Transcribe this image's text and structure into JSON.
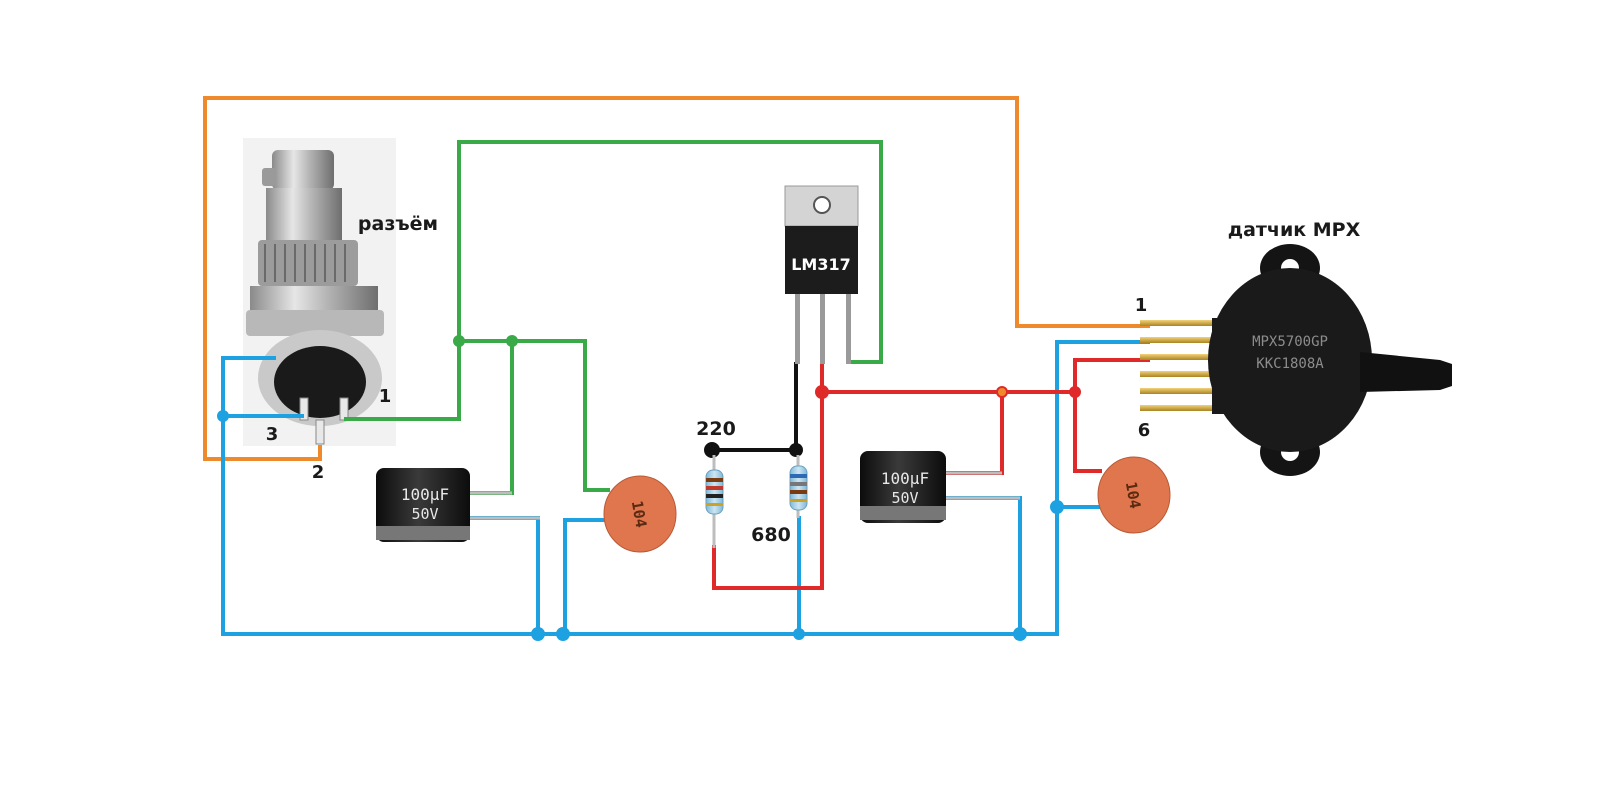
{
  "labels": {
    "connector": "разъём",
    "sensor": "датчик MPX",
    "connector_pin1": "1",
    "connector_pin2": "2",
    "connector_pin3": "3",
    "sensor_pin1": "1",
    "sensor_pin6": "6",
    "resistor_top": "220",
    "resistor_bottom": "680"
  },
  "components": {
    "regulator": "LM317",
    "cap_elec_left": {
      "value": "100µF",
      "voltage": "50V"
    },
    "cap_elec_right": {
      "value": "100µF",
      "voltage": "50V"
    },
    "cap_ceramic_left": "104",
    "cap_ceramic_right": "104",
    "sensor_marking_1": "MPX5700GP",
    "sensor_marking_2": "KKC1808A"
  },
  "colors": {
    "orange": "#ef8a2c",
    "green": "#3aaa48",
    "blue": "#1ea1e0",
    "red": "#e02a2a",
    "black": "#111111",
    "ceramic": "#e0764e"
  }
}
